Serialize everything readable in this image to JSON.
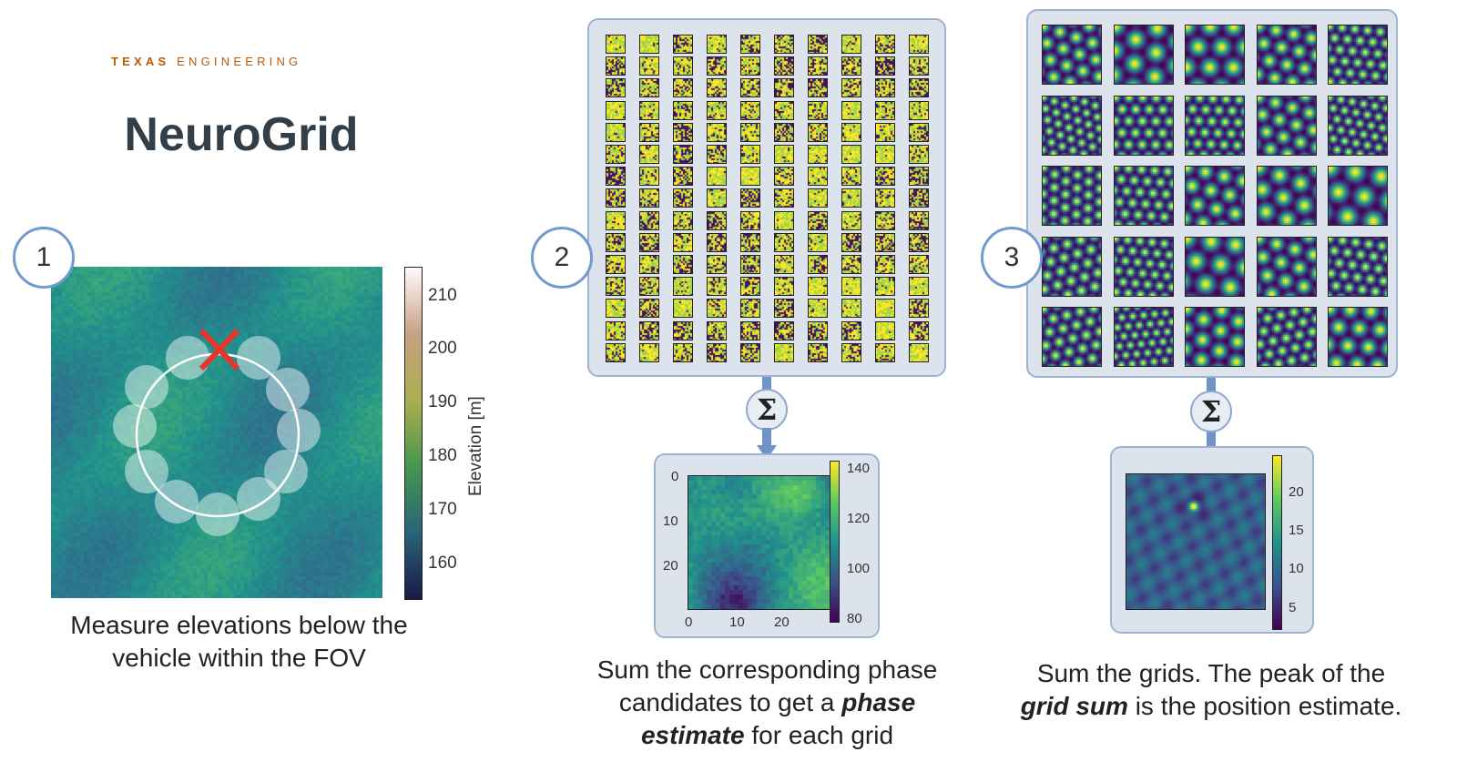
{
  "header": {
    "brand_a": "TEXAS",
    "brand_b": "ENGINEERING",
    "title": "NeuroGrid"
  },
  "step1": {
    "number": "1",
    "colorbar_label": "Elevation [m]",
    "colorbar_ticks": [
      "210",
      "200",
      "190",
      "180",
      "170",
      "160"
    ],
    "caption_line1": "Measure elevations below the",
    "caption_line2": "vehicle within the FOV"
  },
  "step2": {
    "number": "2",
    "sum_symbol": "Σ",
    "grid_rows": 15,
    "grid_cols": 10,
    "x_ticks": [
      "0",
      "10",
      "20"
    ],
    "y_ticks": [
      "0",
      "10",
      "20"
    ],
    "colorbar_ticks": [
      "140",
      "120",
      "100",
      "80"
    ],
    "caption_line1": "Sum the corresponding phase",
    "caption_line2_a": "candidates to get a ",
    "caption_line2_b": "phase",
    "caption_line3_a": "estimate",
    "caption_line3_b": " for each grid"
  },
  "step3": {
    "number": "3",
    "sum_symbol": "Σ",
    "grid_rows": 5,
    "grid_cols": 5,
    "colorbar_ticks": [
      "20",
      "15",
      "10",
      "5"
    ],
    "caption_line1": "Sum the grids. The peak of the",
    "caption_line2_a": "grid sum",
    "caption_line2_b": " is the position estimate."
  },
  "colors": {
    "brand": "#bf5700",
    "title": "#333f48",
    "accent": "#6f9bd1",
    "panel": "#dde3ec"
  }
}
